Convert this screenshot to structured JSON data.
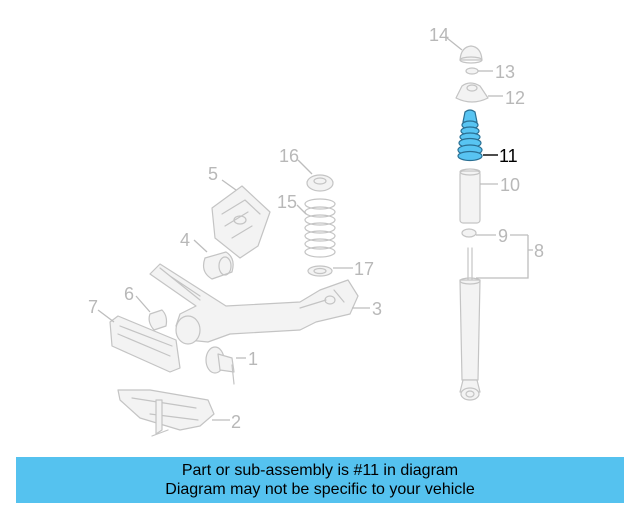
{
  "callouts": {
    "c1": "1",
    "c2": "2",
    "c3": "3",
    "c4": "4",
    "c5": "5",
    "c6": "6",
    "c7": "7",
    "c8": "8",
    "c9": "9",
    "c10": "10",
    "c11": "11",
    "c12": "12",
    "c13": "13",
    "c14": "14",
    "c15": "15",
    "c16": "16",
    "c17": "17"
  },
  "highlighted_part": "11",
  "colors": {
    "highlight": "#58c4f2",
    "banner": "#55c2ef",
    "line": "#c4c4c4"
  },
  "banner": {
    "line1": "Part or sub-assembly is #11 in diagram",
    "line2": "Diagram may not be specific to your vehicle"
  }
}
